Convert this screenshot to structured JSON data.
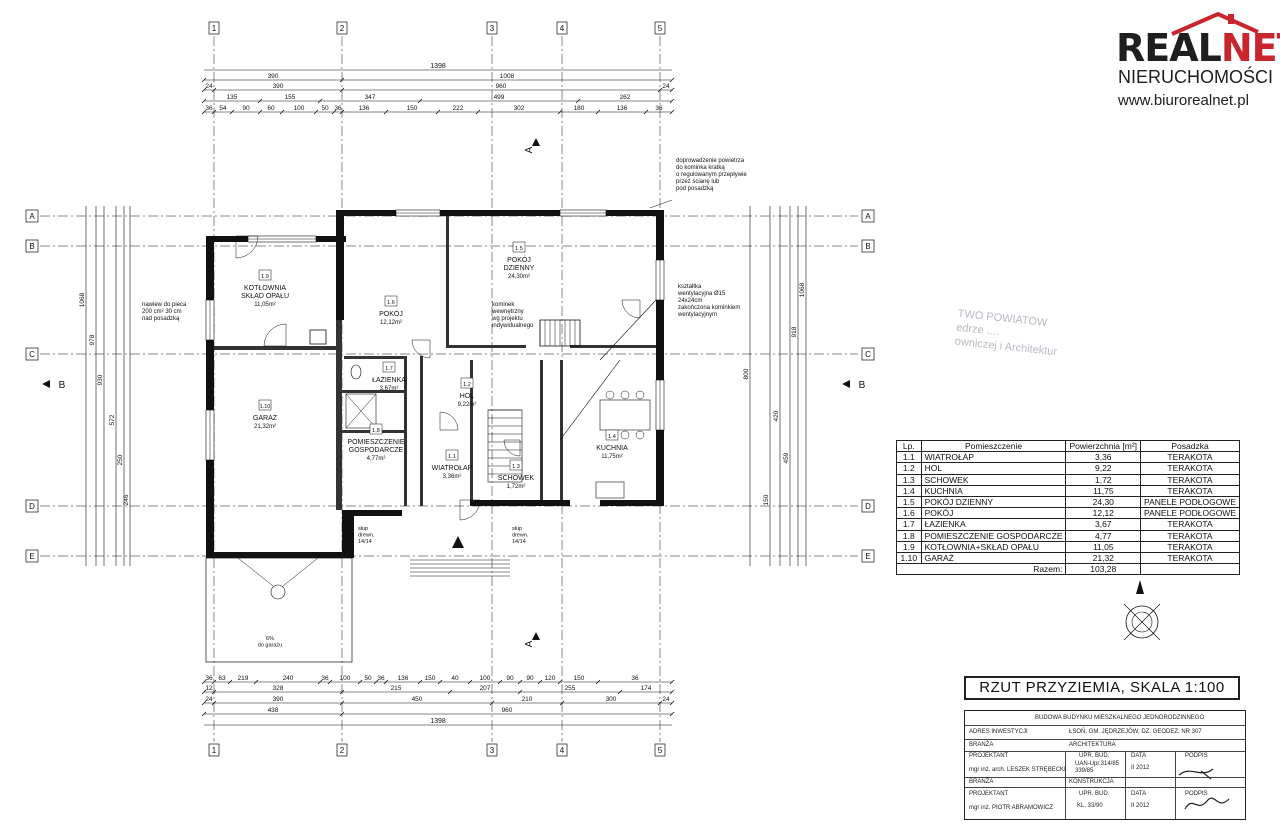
{
  "logo": {
    "brand_part1": "REAL",
    "brand_part2": "NET",
    "subtitle": "NIERUCHOMOŚCI",
    "url": "www.biurorealnet.pl"
  },
  "plan": {
    "axes_top": [
      "1",
      "2",
      "3",
      "4",
      "5"
    ],
    "axes_side": [
      "A",
      "B",
      "C",
      "D",
      "E"
    ],
    "section_marks": [
      "A",
      "B"
    ],
    "overall_dimension": "1398",
    "top_dims_row1": [
      "390",
      "1008"
    ],
    "top_dims_row2": [
      "24",
      "390",
      "960",
      "24"
    ],
    "top_dims_row3": [
      "135",
      "155",
      "347",
      "499",
      "262"
    ],
    "top_dims_row4": [
      "36",
      "54",
      "90",
      "60",
      "100",
      "50",
      "36",
      "136",
      "150",
      "222",
      "302",
      "180",
      "136",
      "36"
    ],
    "bottom_dims_row1": [
      "36",
      "63",
      "219",
      "240",
      "36",
      "100",
      "50",
      "36",
      "136",
      "150",
      "40",
      "100",
      "90",
      "90",
      "120",
      "150",
      "36"
    ],
    "bottom_dims_row2": [
      "12",
      "328",
      "215",
      "207",
      "255",
      "174"
    ],
    "bottom_dims_row3": [
      "24",
      "390",
      "450",
      "210",
      "300",
      "24"
    ],
    "bottom_dims_row4": [
      "438",
      "960"
    ],
    "bottom_overall": "1398",
    "left_dims": [
      "1068",
      "978",
      "930",
      "572",
      "250",
      "246"
    ],
    "right_dims": [
      "1068",
      "918",
      "800",
      "420",
      "459",
      "150"
    ],
    "rooms": [
      {
        "num": "1.9",
        "name": "KOTŁOWNIA\nSKŁAD OPAŁU",
        "area": "11,05m²"
      },
      {
        "num": "1.6",
        "name": "POKÓJ",
        "area": "12,12m²"
      },
      {
        "num": "1.5",
        "name": "POKÓJ\nDZIENNY",
        "area": "24,30m²"
      },
      {
        "num": "1.10",
        "name": "GARAŻ",
        "area": "21,32m²"
      },
      {
        "num": "1.7",
        "name": "ŁAZIENKA",
        "area": "3,67m²"
      },
      {
        "num": "1.2",
        "name": "HOL",
        "area": "9,22m²"
      },
      {
        "num": "1.8",
        "name": "POMIESZCZENIE\nGOSPODARCZE",
        "area": "4,77m²"
      },
      {
        "num": "1.1",
        "name": "WIATROŁAP",
        "area": "3,36m²"
      },
      {
        "num": "1.3",
        "name": "SCHOWEK",
        "area": "1,72m²"
      },
      {
        "num": "1.4",
        "name": "KUCHNIA",
        "area": "11,75m²"
      }
    ],
    "notes": {
      "air_supply": "doprowadzenie powietrza\ndo kominka kratką\no regulowanym przepływie\nprzez ścianę lub\npod posadzką",
      "vent_duct": "kształtka\nwentylacyjna Ø15\n24x24cm\nzakończona kominkiem\nwentylacyjnym",
      "fireplace": "kominek\nwewnętrzny\nwg projektu\nindywidualnego",
      "furnace_vent": "nawiew do pieca\n200 cm² 30 cm\nnad posadzką",
      "post1": "słup\ndrewn.\n14/14",
      "post2": "słup\ndrewn.\n14/14",
      "garage_slope": "6%\ndo garażu"
    }
  },
  "stamp": {
    "line1": "TWO POWIATOW",
    "line2": "edrze ....",
    "line3": "owniczej i Architektur"
  },
  "room_table": {
    "headers": [
      "Lp.",
      "Pomieszczenie",
      "Powierzchnia [m²]",
      "Posadzka"
    ],
    "rows": [
      [
        "1.1",
        "WIATROŁAP",
        "3,36",
        "TERAKOTA"
      ],
      [
        "1.2",
        "HOL",
        "9,22",
        "TERAKOTA"
      ],
      [
        "1.3",
        "SCHOWEK",
        "1,72",
        "TERAKOTA"
      ],
      [
        "1.4",
        "KUCHNIA",
        "11,75",
        "TERAKOTA"
      ],
      [
        "1.5",
        "POKÓJ DZIENNY",
        "24,30",
        "PANELE PODŁOGOWE"
      ],
      [
        "1.6",
        "POKÓJ",
        "12,12",
        "PANELE PODŁOGOWE"
      ],
      [
        "1.7",
        "ŁAZIENKA",
        "3,67",
        "TERAKOTA"
      ],
      [
        "1.8",
        "POMIESZCZENIE GOSPODARCZE",
        "4,77",
        "TERAKOTA"
      ],
      [
        "1.9",
        "KOTŁOWNIA+SKŁAD OPAŁU",
        "11,05",
        "TERAKOTA"
      ],
      [
        "1.10",
        "GARAŻ",
        "21,32",
        "TERAKOTA"
      ]
    ],
    "total_label": "Razem:",
    "total_value": "103,28"
  },
  "title": "RZUT PRZYZIEMIA, SKALA 1:100",
  "title_block": {
    "project": "BUDOWA BUDYNKU MIESZKALNEGO JEDNORODZINNEGO",
    "address_label": "ADRES INWESTYCJI",
    "address": "ŁSOŃ, GM. JĘDRZEJÓW, DZ. GEODEZ. NR 307",
    "branch_label": "BRANŻA",
    "branch1": "ARCHITEKTURA",
    "designer_label": "PROJEKTANT",
    "designer1": "mgr inż. arch. LESZEK STRĘBECKI",
    "license_label": "UPR. BUD.",
    "license1": "UAN-Upr.314/85\n339/85",
    "date_label": "DATA",
    "date1": "II 2012",
    "signature_label": "PODPIS",
    "branch2": "KONSTRUKCJA",
    "designer2": "mgr inż. PIOTR ABRAMOWICZ",
    "license2": "KL. 33/90",
    "date2": "II 2012"
  }
}
